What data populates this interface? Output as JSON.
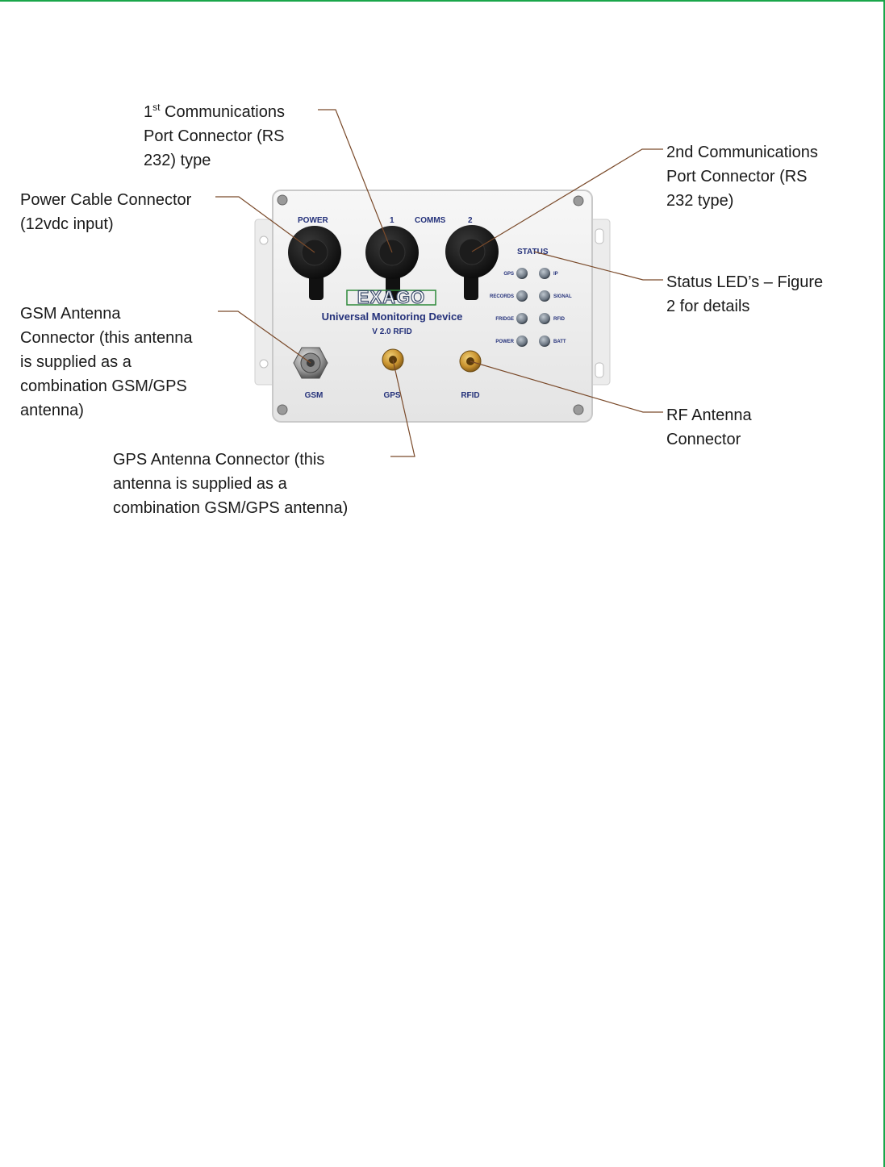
{
  "colors": {
    "frame": "#1aa64a",
    "leader_line": "#7a4a2a",
    "device_label": "#24317a",
    "logo_box": "#2f8a3a",
    "enclosure": "#f3f3f3"
  },
  "callouts": {
    "comms1": {
      "prefix": "1",
      "sup": "st",
      "rest": " Communications\nPort Connector (RS\n232) type"
    },
    "power": "Power Cable Connector\n(12vdc input)",
    "gsm": "GSM Antenna\nConnector (this antenna\nis supplied as a\ncombination GSM/GPS\nantenna)",
    "gps": "GPS Antenna Connector (this\nantenna is supplied as a\ncombination GSM/GPS antenna)",
    "comms2": "2nd Communications\nPort Connector (RS\n232 type)",
    "status": "Status LED’s – Figure\n2 for details",
    "rf": "RF Antenna\nConnector"
  },
  "device": {
    "port_labels": {
      "power": "POWER",
      "comms1": "1",
      "comms": "COMMS",
      "comms2": "2"
    },
    "status_title": "STATUS",
    "logo": "EXAGO",
    "name": "Universal Monitoring Device",
    "version": "V 2.0 RFID",
    "antenna_labels": {
      "gsm": "GSM",
      "gps": "GPS",
      "rfid": "RFID"
    },
    "leds_left": [
      "GPS",
      "RECORDS",
      "FRIDGE",
      "POWER"
    ],
    "leds_right": [
      "IP",
      "SIGNAL",
      "RFID",
      "BATT"
    ]
  }
}
